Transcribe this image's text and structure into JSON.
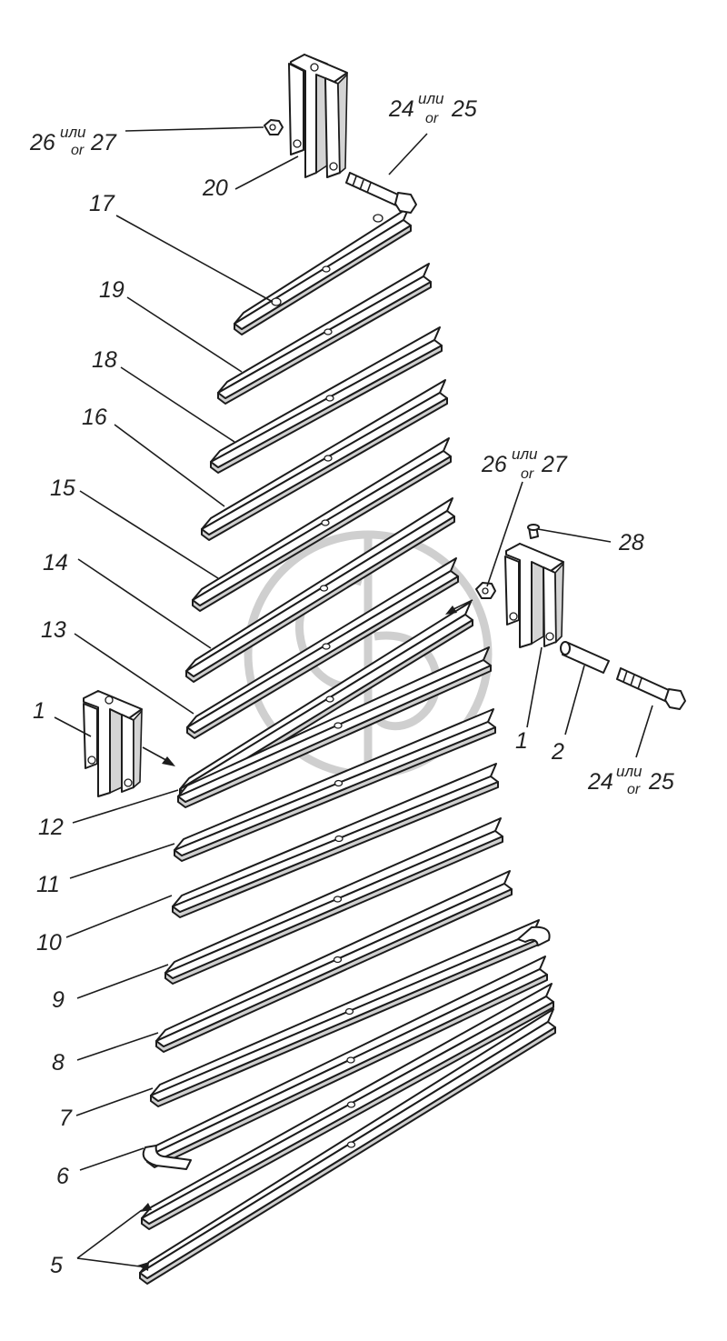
{
  "labels": {
    "p1_left": "1",
    "p1_right": "1",
    "p2": "2",
    "p5": "5",
    "p6": "6",
    "p7": "7",
    "p8": "8",
    "p9": "9",
    "p10": "10",
    "p11": "11",
    "p12": "12",
    "p13": "13",
    "p14": "14",
    "p15": "15",
    "p16": "16",
    "p17": "17",
    "p18": "18",
    "p19": "19",
    "p20": "20",
    "p28": "28"
  },
  "alt_labels": {
    "nut_top": {
      "a": "26",
      "sup": "или",
      "sub": "or",
      "b": "27"
    },
    "bolt_top": {
      "a": "24",
      "sup": "или",
      "sub": "or",
      "b": "25"
    },
    "nut_right": {
      "a": "26",
      "sup": "или",
      "sub": "or",
      "b": "27"
    },
    "bolt_right": {
      "a": "24",
      "sup": "или",
      "sub": "or",
      "b": "25"
    }
  }
}
